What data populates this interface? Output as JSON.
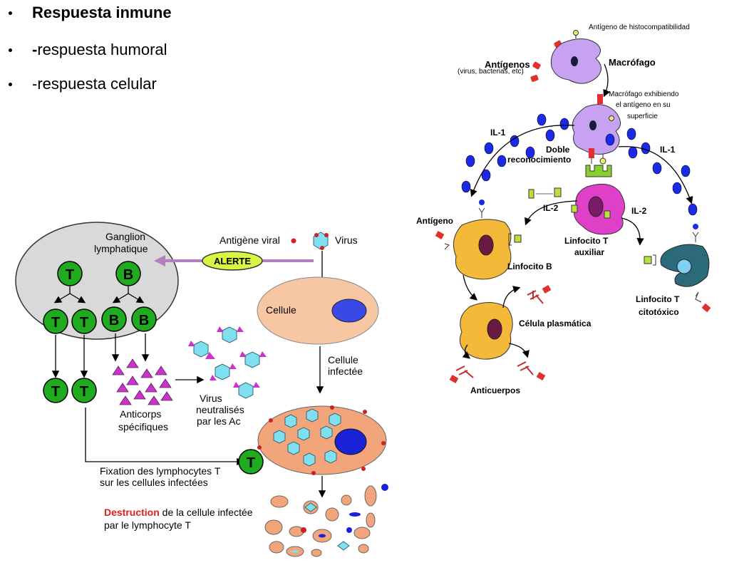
{
  "bullets": [
    {
      "text": "Respuesta inmune"
    },
    {
      "prefix": "-",
      "text": "respuesta humoral"
    },
    {
      "text": "-respuesta celular"
    }
  ],
  "french_diagram": {
    "node_title_line1": "Ganglion",
    "node_title_line2": "lymphatique",
    "cell_T": "T",
    "cell_B": "B",
    "antigen_label": "Antigène viral",
    "virus_label": "Virus",
    "alert_label": "ALERTE",
    "cell_label": "Cellule",
    "infected_line1": "Cellule",
    "infected_line2": "infectée",
    "antibody_line1": "Anticorps",
    "antibody_line2": "spécifiques",
    "neutral_line1": "Virus",
    "neutral_line2": "neutralisés",
    "neutral_line3": "par les Ac",
    "fixation_line1": "Fixation des lymphocytes T",
    "fixation_line2": "sur les cellules infectées",
    "destruction_word": "Destruction",
    "destruction_rest": " de la cellule infectée",
    "destruction_line2": "par le lymphocyte T"
  },
  "spanish_diagram": {
    "histo": "Antígeno de histocompatibilidad",
    "antigens": "Antígenos",
    "antigens_sub": "(virus, bacterias, etc)",
    "macrophage": "Macrófago",
    "macro_exh_1": "Macrófago exhibiendo",
    "macro_exh_2": "el antígeno en su",
    "macro_exh_3": "superficie",
    "il1": "IL-1",
    "il2": "IL-2",
    "doble_1": "Doble",
    "doble_2": "reconocimiento",
    "antigeno": "Antígeno",
    "lt_aux_1": "Linfocito T",
    "lt_aux_2": "auxiliar",
    "lb": "Linfocito B",
    "plasma": "Célula plasmática",
    "lt_cyto_1": "Linfocito T",
    "lt_cyto_2": "citotóxico",
    "anticuerpos": "Anticuerpos"
  },
  "colors": {
    "node_fill": "#d9d9d9",
    "lymphocyte_green": "#1faa1f",
    "antibody_magenta": "#cc33cc",
    "virus_cyan": "#7fe0f0",
    "cell_peach": "#f7c7a3",
    "infected_orange": "#f2a57a",
    "macrophage_lilac": "#c6a2f0",
    "lymphocyte_yellow": "#f5b93a",
    "helper_pink": "#e040c8",
    "cytotoxic_teal": "#2a6a7a",
    "il_blue": "#1a2ae8"
  }
}
